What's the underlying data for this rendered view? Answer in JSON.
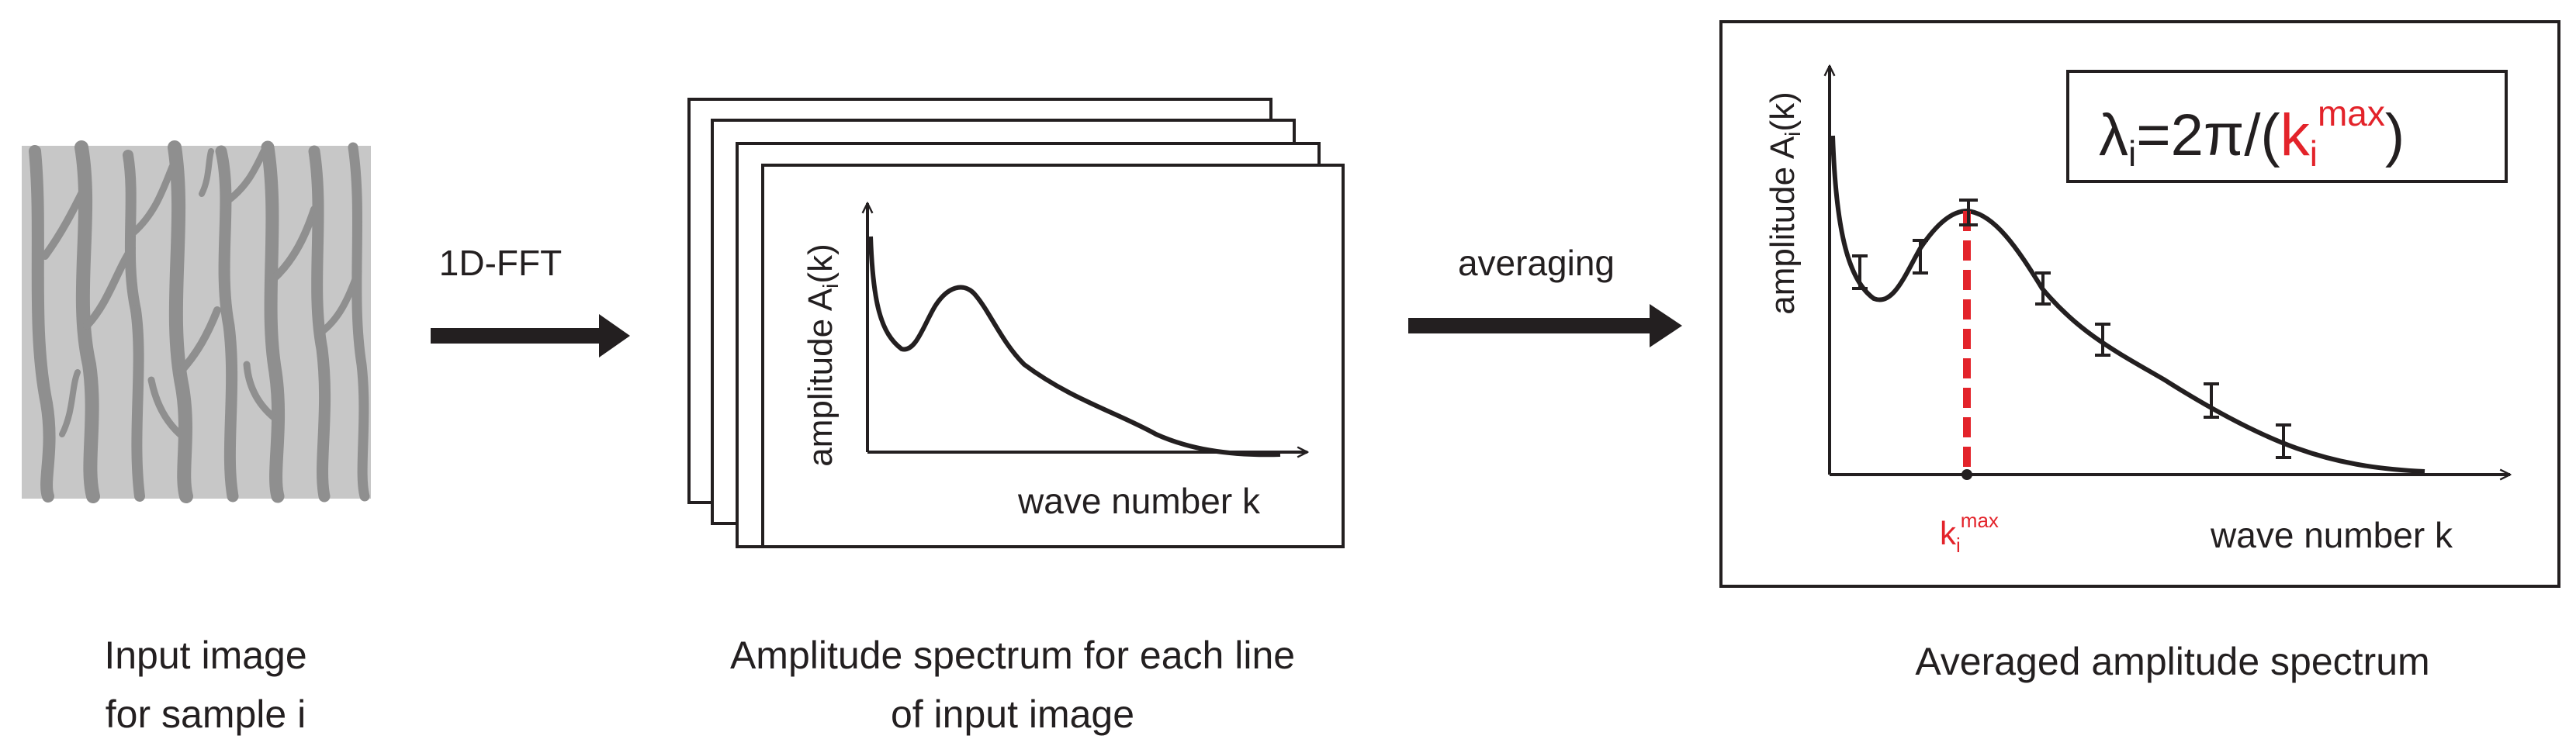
{
  "step1": {
    "arrow_label": "1D-FFT",
    "caption_line1": "Input image",
    "caption_line2": "for sample i"
  },
  "step2": {
    "ylabel_prefix": "amplitude A",
    "ylabel_sub": "i",
    "ylabel_suffix": "(k)",
    "xlabel": "wave number k",
    "caption_line1": "Amplitude spectrum for each line",
    "caption_line2": "of input image",
    "arrow_label": "averaging"
  },
  "step3": {
    "ylabel_prefix": "amplitude A",
    "ylabel_sub": "i",
    "ylabel_suffix": "(k)",
    "xlabel": "wave number k",
    "kmax_base": "k",
    "kmax_sub": "i",
    "kmax_sup": "max",
    "formula": {
      "lambda": "λ",
      "lambda_sub": "i",
      "equals": "=2π/(",
      "k": "k",
      "k_sub": "i",
      "k_sup": "max",
      "close": ")"
    },
    "caption": "Averaged amplitude spectrum"
  },
  "colors": {
    "ink": "#231f20",
    "accent_red": "#e3232a",
    "texture_bg": "#c7c7c7",
    "texture_dark": "#8f8f8f"
  }
}
